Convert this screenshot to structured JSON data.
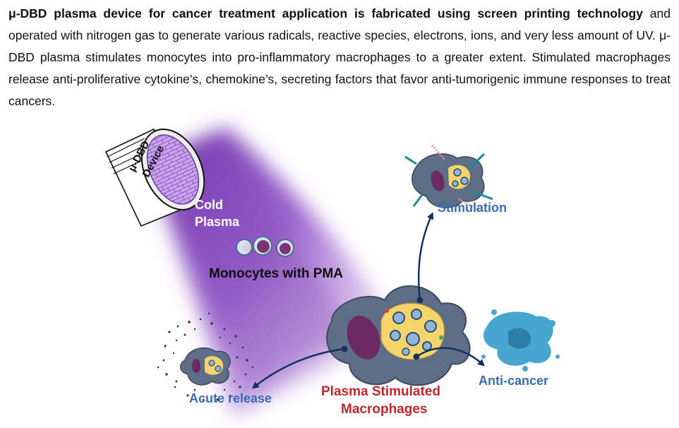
{
  "abstract": {
    "bold_lead": "μ-DBD plasma device for cancer treatment application is fabricated using screen printing technology",
    "body": " and operated with nitrogen gas to generate various radicals, reactive species, electrons, ions, and very less amount of UV. μ-DBD plasma stimulates monocytes into pro-inflammatory macrophages to a greater extent. Stimulated macrophages release anti-proliferative cytokine’s, chemokine’s, secreting factors that favor anti-tumorigenic immune responses to treat cancers."
  },
  "figure": {
    "device_label_line1": "μ-DBD",
    "device_label_line2": "Device",
    "cold_plasma_line1": "Cold",
    "cold_plasma_line2": "Plasma",
    "monocytes_label": "Monocytes with PMA",
    "stimulation_label": "Stimulation",
    "anticancer_label": "Anti-cancer",
    "acute_release_label": "Acute release",
    "macrophage_label_line1": "Plasma Stimulated",
    "macrophage_label_line2": "Macrophages"
  },
  "colors": {
    "plasma": "#7b3fb3",
    "label_blue": "#3a6cb4",
    "label_red": "#c0282d",
    "arrow": "#14305e",
    "cell_body": "#5e6e87",
    "nucleus": "#6b2a63",
    "granule": "#f5d56a",
    "tumor": "#47a6cf"
  }
}
